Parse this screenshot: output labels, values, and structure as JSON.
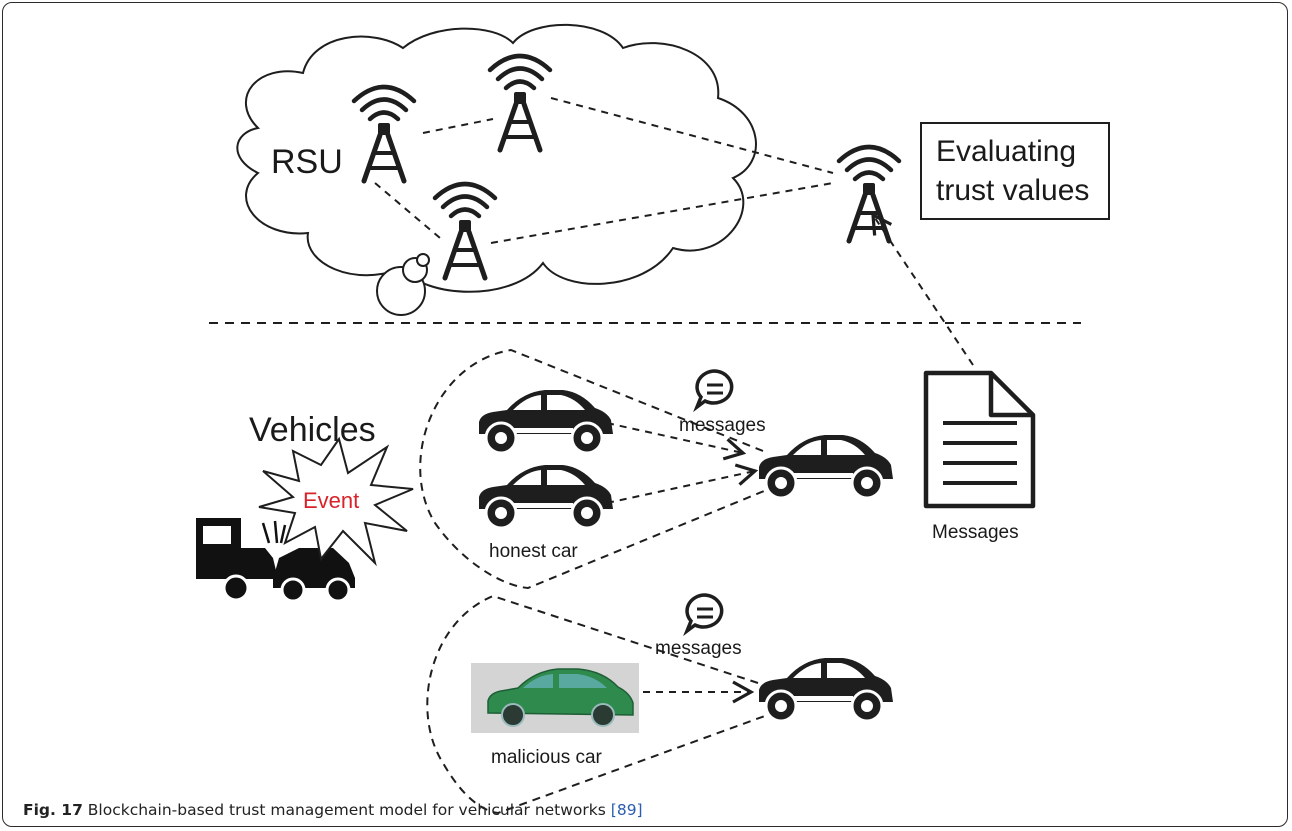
{
  "diagram": {
    "rsu_label": "RSU",
    "evaluating_label_line1": "Evaluating",
    "evaluating_label_line2": "trust values",
    "vehicles_label": "Vehicles",
    "event_label": "Event",
    "messages_label_top": "messages",
    "messages_label_bottom": "messages",
    "messages_doc_label": "Messages",
    "honest_car_label": "honest car",
    "malicious_car_label": "malicious car",
    "colors": {
      "ink": "#1e1e1e",
      "event_red": "#d8232a",
      "malicious_car_green": "#2f8a4e",
      "malicious_bg": "#d4d4d4",
      "link_blue": "#2a5db0"
    }
  },
  "caption": {
    "fig_number": "Fig. 17",
    "text": " Blockchain-based trust management model for vehicular networks ",
    "ref": "[89]"
  }
}
